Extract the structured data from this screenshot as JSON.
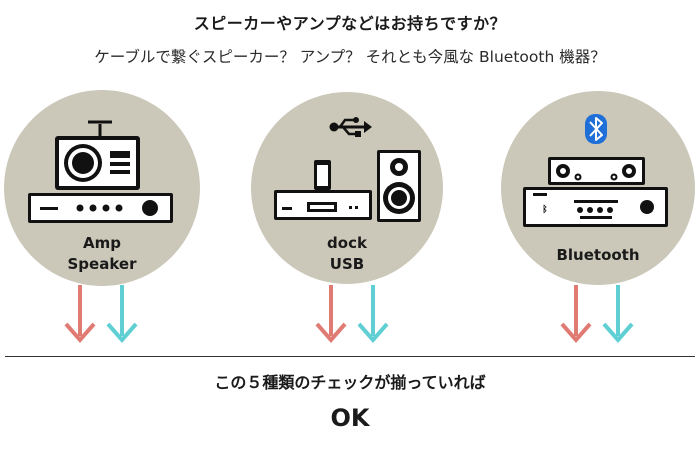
{
  "header": {
    "title": "スピーカーやアンプなどはお持ちですか？",
    "subtitle": "ケーブルで繋ぐスピーカー？ アンプ？ それとも今風な Bluetooth 機器？"
  },
  "groups": [
    {
      "id": "amp",
      "label_line1": "Amp",
      "label_line2": "Speaker"
    },
    {
      "id": "dock",
      "label_line1": "dock",
      "label_line2": "USB"
    },
    {
      "id": "bluetooth",
      "label_line1": "Bluetooth",
      "label_line2": ""
    }
  ],
  "footer": {
    "text": "この５種類のチェックが揃っていれば",
    "ok": "OK"
  },
  "colors": {
    "circle": "#cbc8b9",
    "arrow_left": "#e07b73",
    "arrow_right": "#5fcfd4",
    "bluetooth_badge": "#1f6fd8"
  }
}
